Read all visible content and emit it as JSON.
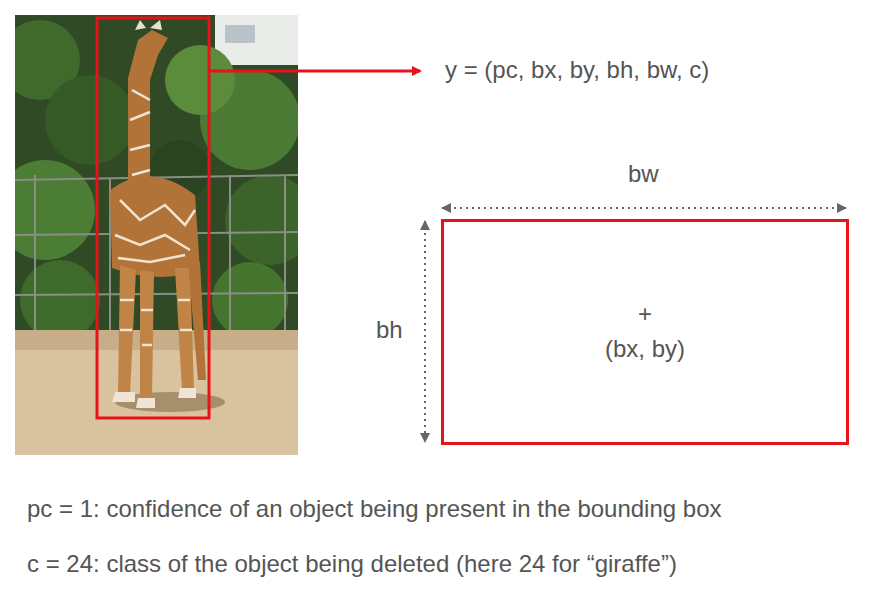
{
  "diagram": {
    "nodes": [
      {
        "text": [
          "+",
          "(bx, by)"
        ]
      }
    ],
    "labels": [
      "y = (pc, bx, by, bh, bw, c)",
      "bw",
      "bh",
      "pc = 1: confidence of an object being present in the bounding box",
      "c = 24: class of the object being deleted (here 24 for “giraffe”)"
    ]
  }
}
